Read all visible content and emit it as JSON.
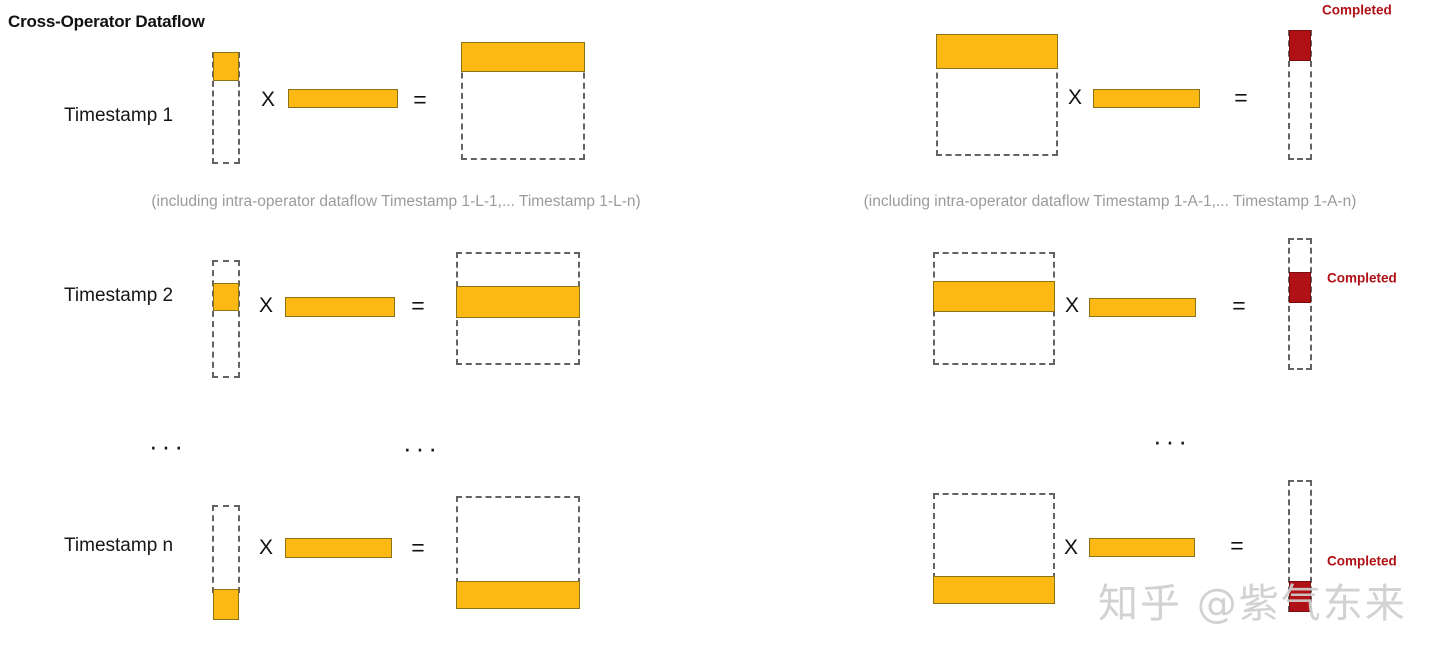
{
  "figure": {
    "title": "Cross-Operator Dataflow",
    "watermark": "知乎 @紫气东来",
    "operators": {
      "multiply": "X",
      "equals": "="
    },
    "ellipsis": "···",
    "colors": {
      "fill_orange": "#fcb813",
      "fill_orange_border": "#8a7318",
      "fill_red": "#b01116",
      "fill_red_border": "#7a0c10",
      "dashed_outline": "#636363",
      "caption_text": "#9b9b9b",
      "title_text": "#111111",
      "completed_text": "#b01116"
    }
  },
  "rows": [
    {
      "label": "Timestamp 1",
      "caption_left": "(including intra-operator dataflow Timestamp 1-L-1,... Timestamp 1-L-n)",
      "caption_right": "(including intra-operator dataflow Timestamp 1-A-1,... Timestamp 1-A-n)",
      "completed": "Completed",
      "segment": "top"
    },
    {
      "label": "Timestamp 2",
      "completed": "Completed",
      "segment": "middle"
    },
    {
      "label": "Timestamp n",
      "completed": "Completed",
      "segment": "bottom"
    }
  ],
  "chart_data": {
    "type": "diagram",
    "title": "Cross-Operator Dataflow",
    "description": "Pipelined cross-operator matrix dataflow across timestamps. Left group: column-vector (activation) X row-bar (weights) = result matrix. Right group: matrix X row-bar = column result marked Completed.",
    "timestamps": [
      "Timestamp 1",
      "Timestamp 2",
      "Timestamp n"
    ],
    "segment_progression": [
      "top",
      "middle",
      "bottom"
    ],
    "groups": [
      {
        "name": "linear-operator-group",
        "operand_a": "column-vector",
        "operand_b": "row-bar",
        "result": "result-matrix",
        "caption": "(including intra-operator dataflow Timestamp 1-L-1,... Timestamp 1-L-n)"
      },
      {
        "name": "attention-operator-group",
        "operand_a": "matrix",
        "operand_b": "row-bar",
        "result": "column-vector-completed",
        "caption": "(including intra-operator dataflow Timestamp 1-A-1,... Timestamp 1-A-n)"
      }
    ],
    "legend": [
      "Completed"
    ]
  }
}
